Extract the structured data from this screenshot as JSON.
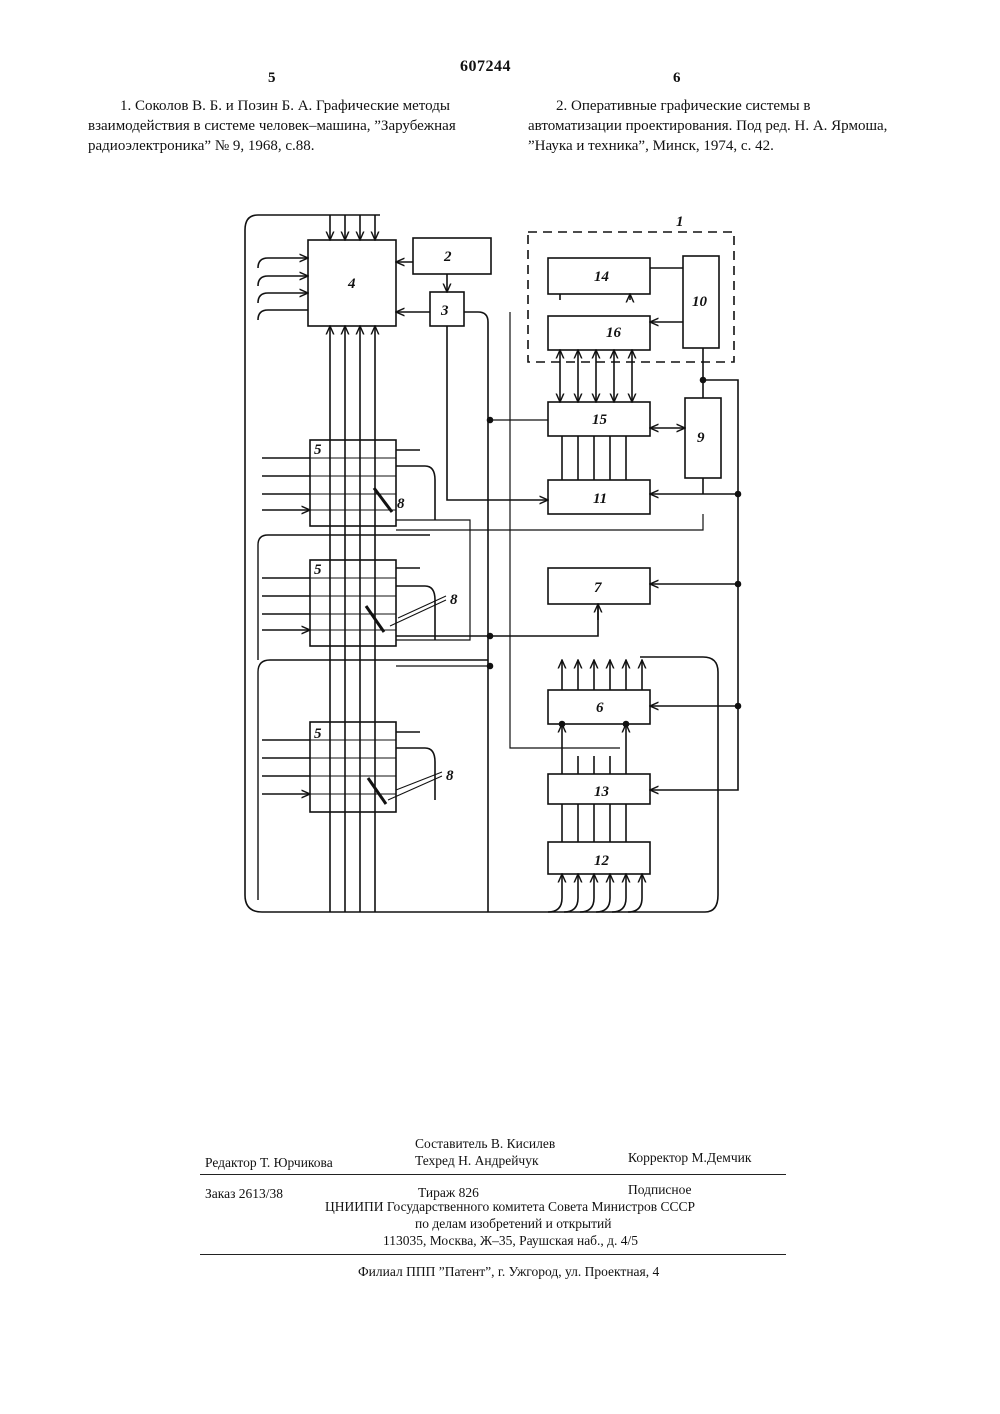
{
  "header": {
    "patent_number": "607244",
    "left_column_number": "5",
    "right_column_number": "6"
  },
  "references": {
    "left_1": "1. Соколов В. Б. и Позин Б. А. Графические методы взаимодействия в системе человек–машина, ”Зарубежная радиоэлектроника” № 9, 1968, с.88.",
    "right_2": "2. Оперативные графические системы в автоматизации проектирования. Под ред. Н. А. Ярмоша, ”Наука и техника”, Минск, 1974, с. 42."
  },
  "diagram": {
    "block_labels": [
      "1",
      "2",
      "3",
      "4",
      "5",
      "6",
      "7",
      "8",
      "9",
      "10",
      "11",
      "12",
      "13",
      "14",
      "15",
      "16"
    ]
  },
  "footer": {
    "editor": "Редактор Т. Юрчикова",
    "compiler": "Составитель В. Кисилев",
    "techred": "Техред Н. Андрейчук",
    "corrector": "Корректор М.Демчик",
    "order": "Заказ 2613/38",
    "circulation": "Тираж 826",
    "subscription": "Подписное",
    "org_line1": "ЦНИИПИ Государственного комитета Совета Министров СССР",
    "org_line2": "по делам изобретений и открытий",
    "org_address": "113035, Москва, Ж–35, Раушская наб., д. 4/5",
    "branch": "Филиал ППП ”Патент”, г. Ужгород, ул. Проектная, 4"
  }
}
